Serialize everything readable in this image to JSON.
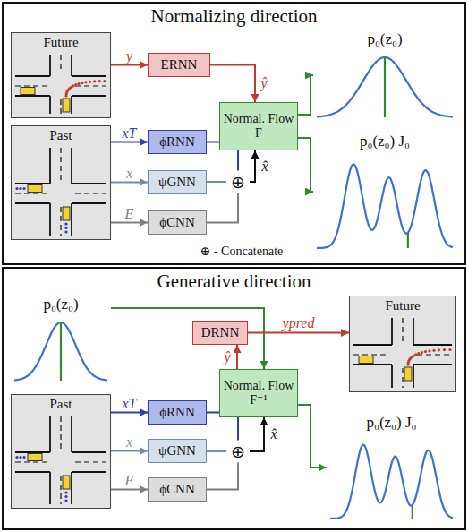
{
  "diagram": {
    "nodes": [
      {
        "text": [
          "Normalizing direction"
        ]
      },
      {
        "text": [
          "Future"
        ],
        "in": 0
      },
      {
        "text": [
          "Past"
        ],
        "in": 0
      },
      {
        "text": [
          "ERNN"
        ],
        "in": 0
      },
      {
        "text": [
          "ϕRNN"
        ],
        "in": 0
      },
      {
        "text": [
          "ψGNN"
        ],
        "in": 0
      },
      {
        "text": [
          "ϕCNN"
        ],
        "in": 0
      },
      {
        "text": [
          "⊕"
        ],
        "in": 0
      },
      {
        "text": [
          "Normal. Flow F"
        ],
        "in": 0
      },
      {
        "text": [
          "p₀(z₀)"
        ],
        "in": 0
      },
      {
        "text": [
          "p₀(z₀) J₀"
        ],
        "in": 0
      },
      {
        "text": [
          "Generative direction"
        ]
      },
      {
        "text": [
          "p₀(z₀)"
        ],
        "in": 11
      },
      {
        "text": [
          "Past"
        ],
        "in": 11
      },
      {
        "text": [
          "DRNN"
        ],
        "in": 11
      },
      {
        "text": [
          "ϕRNN"
        ],
        "in": 11
      },
      {
        "text": [
          "ψGNN"
        ],
        "in": 11
      },
      {
        "text": [
          "ϕCNN"
        ],
        "in": 11
      },
      {
        "text": [
          "⊕"
        ],
        "in": 11
      },
      {
        "text": [
          "Normal. Flow F⁻¹"
        ],
        "in": 11
      },
      {
        "text": [
          "Future"
        ],
        "in": 11
      },
      {
        "text": [
          "p₀(z₀) J₀"
        ],
        "in": 11
      }
    ],
    "edges": [
      {
        "from": 1,
        "to": 3,
        "label": "y",
        "arrow": "to"
      },
      {
        "from": 3,
        "to": 8,
        "label": "ŷ",
        "arrow": "to"
      },
      {
        "from": 2,
        "to": 4,
        "label": "xT",
        "arrow": "to"
      },
      {
        "from": 2,
        "to": 5,
        "label": "x",
        "arrow": "to"
      },
      {
        "from": 2,
        "to": 6,
        "label": "E",
        "arrow": "to"
      },
      {
        "from": 4,
        "to": 7,
        "arrow": "none"
      },
      {
        "from": 5,
        "to": 7,
        "arrow": "none"
      },
      {
        "from": 6,
        "to": 7,
        "arrow": "none"
      },
      {
        "from": 7,
        "to": 8,
        "label": "x̂",
        "arrow": "to"
      },
      {
        "from": 8,
        "to": 9,
        "arrow": "to"
      },
      {
        "from": 8,
        "to": 10,
        "arrow": "to"
      },
      {
        "from": 12,
        "to": 19,
        "arrow": "to"
      },
      {
        "from": 13,
        "to": 15,
        "label": "xT",
        "arrow": "to"
      },
      {
        "from": 13,
        "to": 16,
        "label": "x",
        "arrow": "to"
      },
      {
        "from": 13,
        "to": 17,
        "label": "E",
        "arrow": "to"
      },
      {
        "from": 15,
        "to": 18,
        "arrow": "none"
      },
      {
        "from": 16,
        "to": 18,
        "arrow": "none"
      },
      {
        "from": 17,
        "to": 18,
        "arrow": "none"
      },
      {
        "from": 18,
        "to": 19,
        "label": "x̂",
        "arrow": "to"
      },
      {
        "from": 19,
        "to": 14,
        "label": "ŷ",
        "arrow": "to"
      },
      {
        "from": 14,
        "to": 20,
        "label": "ypred",
        "arrow": "to"
      },
      {
        "from": 19,
        "to": 21,
        "arrow": "to"
      }
    ],
    "labels": [
      "⊕ - Concatenate"
    ]
  }
}
